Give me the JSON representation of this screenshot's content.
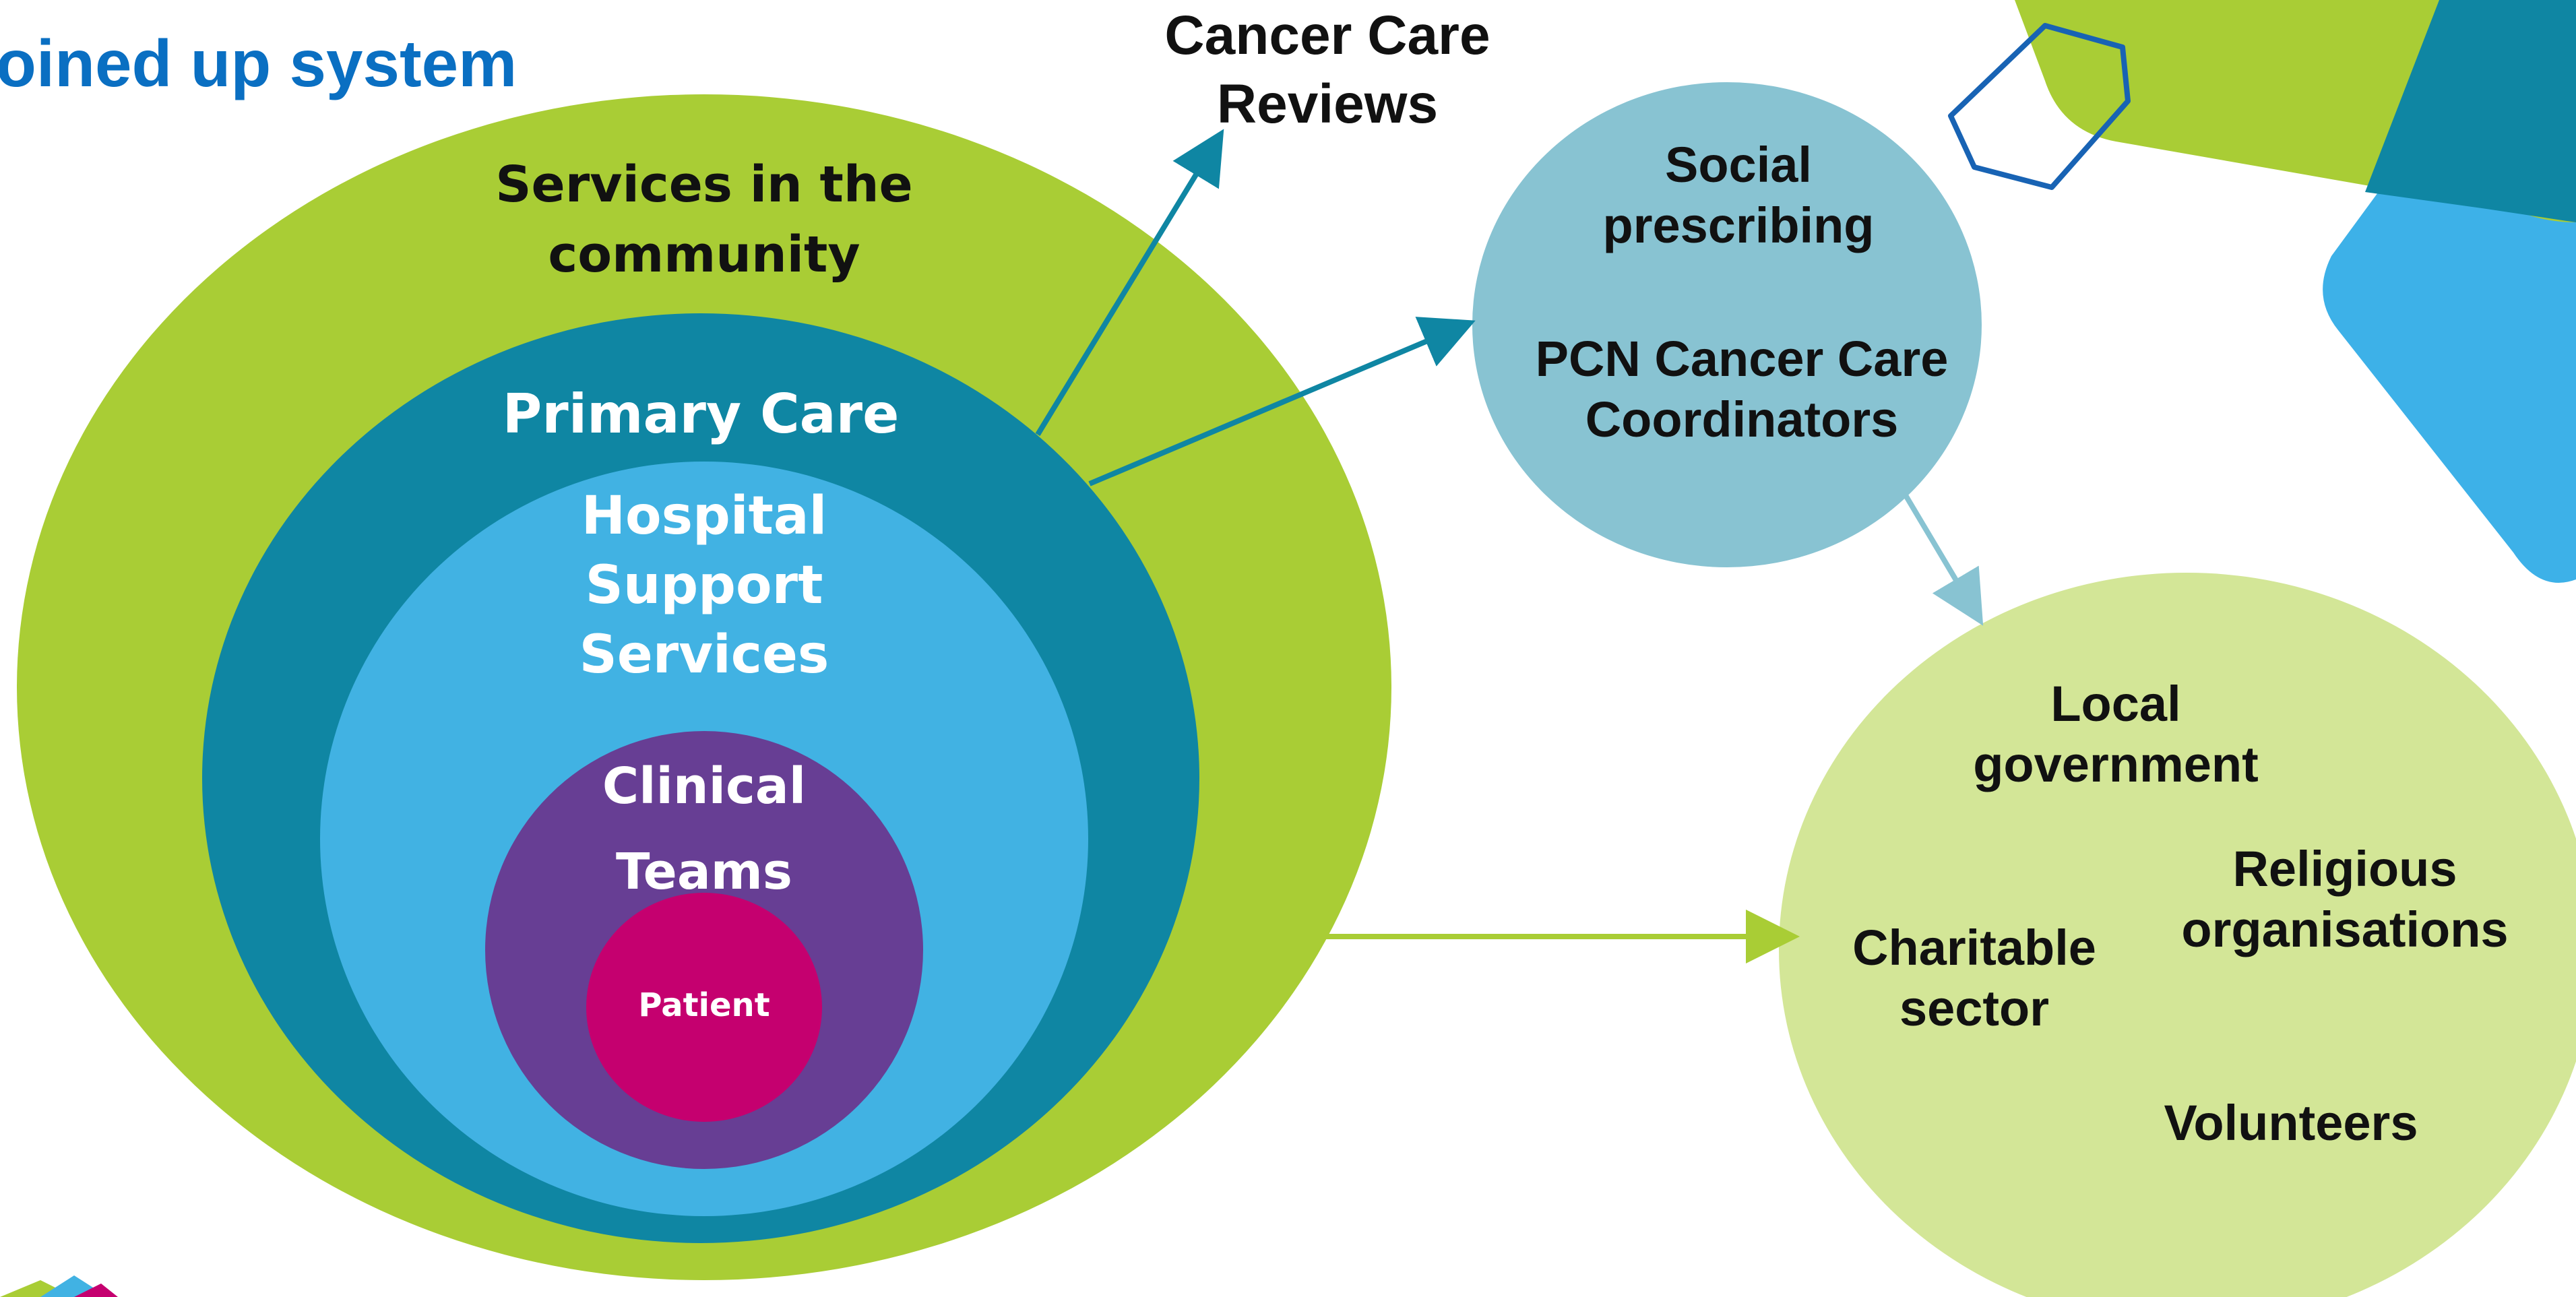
{
  "title": "oined up system",
  "nested": {
    "services_community": "Services in the\ncommunity",
    "primary_care": "Primary Care",
    "hospital_support": "Hospital\nSupport\nServices",
    "clinical_teams": "Clinical\nTeams",
    "patient": "Patient"
  },
  "cancer_care_reviews": "Cancer Care\nReviews",
  "social_circle": {
    "social_prescribing": "Social\nprescribing",
    "pcn_coordinators": "PCN Cancer Care\nCoordinators"
  },
  "community_circle": {
    "local_government": "Local\ngovernment",
    "religious_organisations": "Religious\norganisations",
    "charitable_sector": "Charitable\nsector",
    "volunteers": "Volunteers"
  },
  "colors": {
    "community_green": "#a9cd35",
    "primary_teal": "#0f86a3",
    "hospital_blue": "#41b2e3",
    "clinical_purple": "#673e94",
    "patient_magenta": "#c5006f",
    "social_blue": "#88c3d2",
    "community_light_green": "#d3e697",
    "title_blue": "#0a6fc2",
    "hexagon_blue": "#1863b4"
  }
}
